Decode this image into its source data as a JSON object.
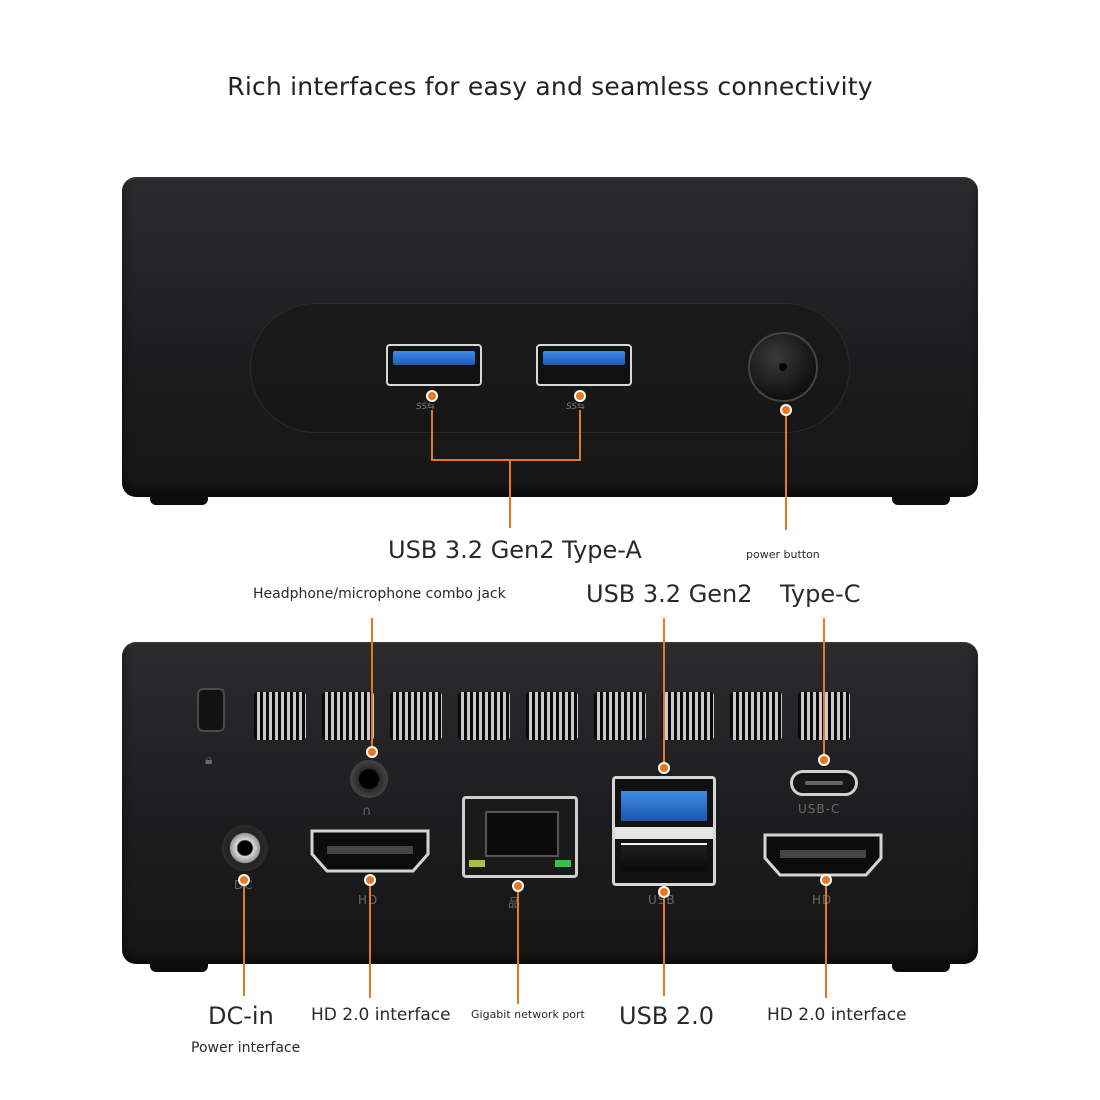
{
  "headline": "Rich interfaces for easy and seamless connectivity",
  "accent_color": "#e8781e",
  "front": {
    "usb_label": "USB 3.2 Gen2 Type-A",
    "power_label": "power button",
    "ss_marks": [
      "SS⇆",
      "SS⇆"
    ]
  },
  "rear": {
    "audio_label": "Headphone/microphone combo jack",
    "usb32_label": "USB 3.2 Gen2",
    "typec_label": "Type-C",
    "dc_label": "DC-in",
    "dc_sublabel": "Power interface",
    "hdmi1_label": "HD 2.0 interface",
    "lan_label": "Gigabit network port",
    "usb20_label": "USB 2.0",
    "hdmi2_label": "HD 2.0 interface",
    "silkscreen": {
      "usbc": "USB-C",
      "dc": "DC",
      "hd1": "HD",
      "usb": "USB",
      "hd2": "HD"
    }
  }
}
